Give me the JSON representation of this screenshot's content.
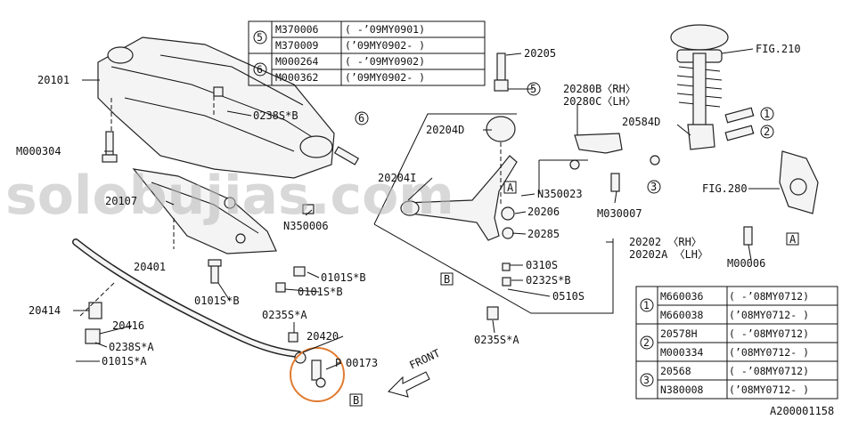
{
  "labels": {
    "p20101": "20101",
    "m000304": "M000304",
    "p20107": "20107",
    "s0238b": "0238S*B",
    "n350006": "N350006",
    "s0101b_l": "0101S*B",
    "s0101b_r1": "0101S*B",
    "s0101b_r2": "0101S*B",
    "p20401": "20401",
    "p20414": "20414",
    "p20416": "20416",
    "s0238a": "0238S*A",
    "s0101a": "0101S*A",
    "s0235a_l": "0235S*A",
    "p20420": "20420",
    "p00173": "00173",
    "p20205": "20205",
    "p20204d": "20204D",
    "p20204i": "20204I",
    "n350023": "N350023",
    "p20206": "20206",
    "p20285": "20285",
    "s0310": "0310S",
    "s0232b": "0232S*B",
    "s0510": "0510S",
    "s0235a_r": "0235S*A",
    "p20280b": "20280B〈RH〉",
    "p20280c": "20280C〈LH〉",
    "p20584d": "20584D",
    "m030007": "M030007",
    "fig210": "FIG.210",
    "fig280": "FIG.280",
    "m00006": "M00006",
    "p20202": "20202 〈RH〉",
    "p20202a": "20202A 〈LH〉",
    "front": "FRONT",
    "diagram_id": "A200001158"
  },
  "markers": {
    "c1": "1",
    "c2": "2",
    "c3": "3",
    "c5": "5",
    "c6": "6",
    "boxA1": "A",
    "boxA2": "A",
    "boxB1": "B",
    "boxB2": "B",
    "boxP": "P"
  },
  "table_top": {
    "groups": [
      {
        "num": "5",
        "rows": [
          {
            "part": "M370006",
            "range": "( -’09MY0901)"
          },
          {
            "part": "M370009",
            "range": "(’09MY0902- )"
          }
        ]
      },
      {
        "num": "6",
        "rows": [
          {
            "part": "M000264",
            "range": "( -’09MY0902)"
          },
          {
            "part": "M000362",
            "range": "(’09MY0902- )"
          }
        ]
      }
    ]
  },
  "table_bottom": {
    "groups": [
      {
        "num": "1",
        "rows": [
          {
            "part": "M660036",
            "range": "( -’08MY0712)"
          },
          {
            "part": "M660038",
            "range": "(’08MY0712- )"
          }
        ]
      },
      {
        "num": "2",
        "rows": [
          {
            "part": "20578H",
            "range": "( -’08MY0712)"
          },
          {
            "part": "M000334",
            "range": "(’08MY0712- )"
          }
        ]
      },
      {
        "num": "3",
        "rows": [
          {
            "part": "20568",
            "range": "( -’08MY0712)"
          },
          {
            "part": "N380008",
            "range": "(’08MY0712- )"
          }
        ]
      }
    ]
  },
  "watermark": "solobujias.com",
  "colors": {
    "highlight": "#e07a30",
    "watermark": "#b9b9b9",
    "ink": "#111111"
  }
}
